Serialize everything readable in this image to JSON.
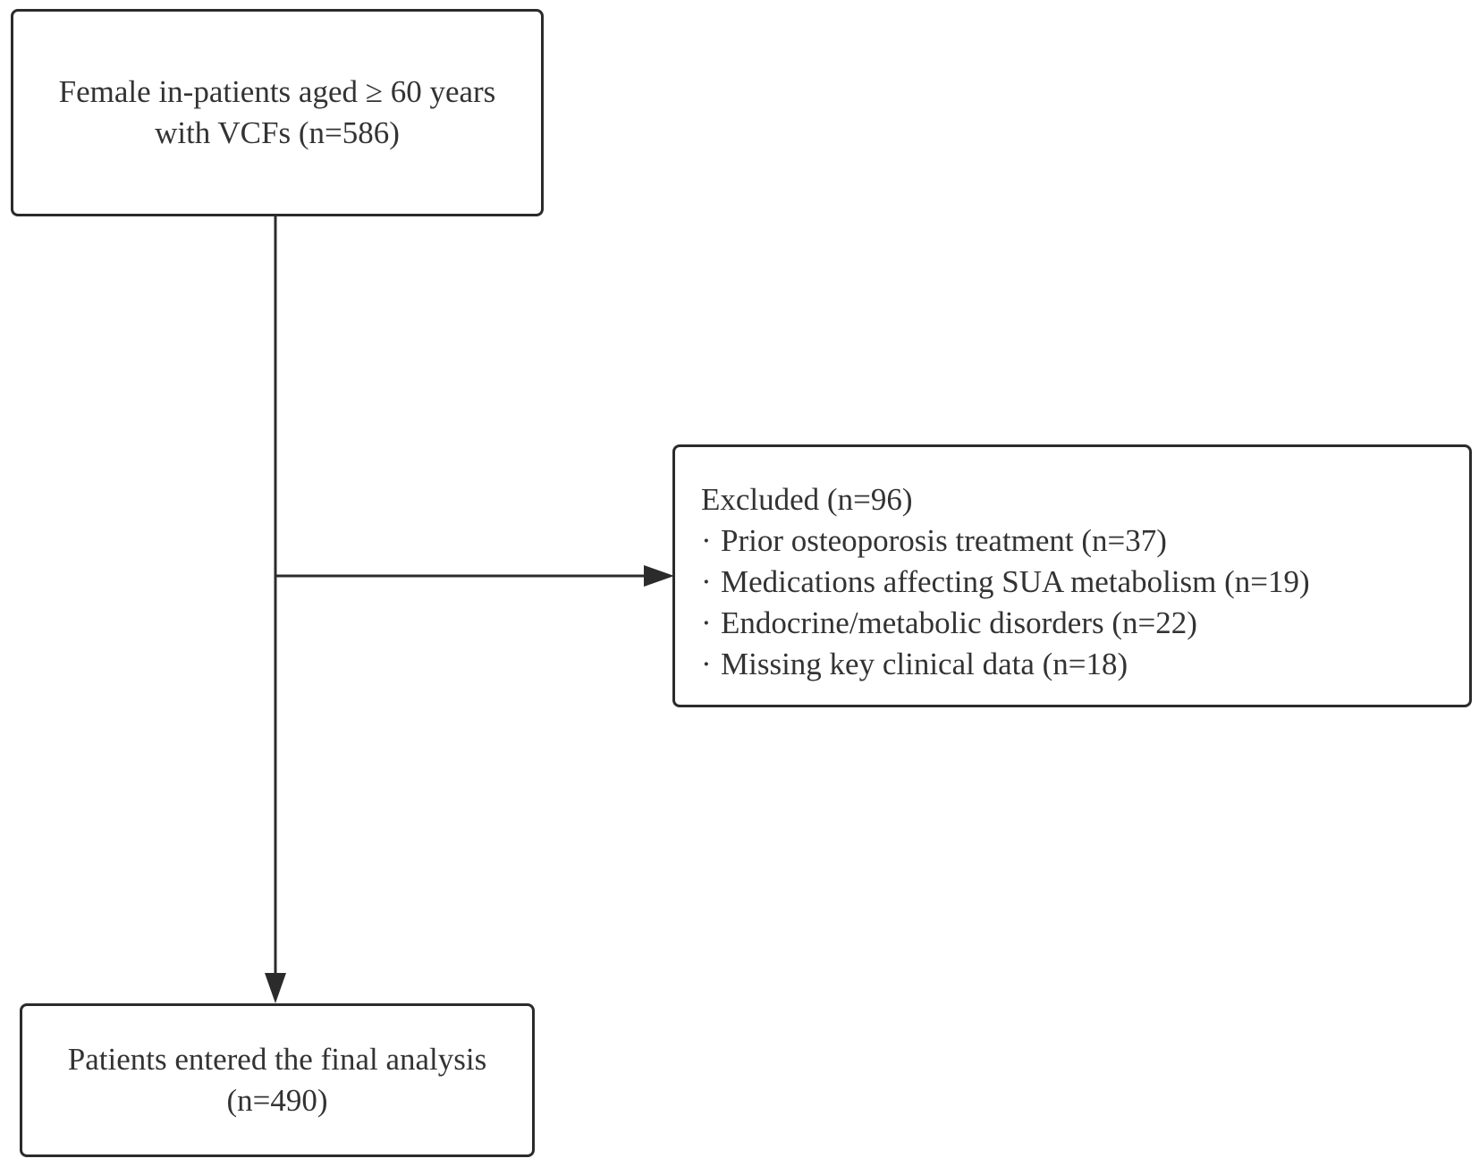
{
  "flowchart": {
    "start": {
      "line1": "Female in-patients aged ≥ 60 years",
      "line2": "with VCFs (n=586)"
    },
    "excluded": {
      "title": "Excluded (n=96)",
      "bullet": "·",
      "items": [
        "Prior osteoporosis treatment (n=37)",
        "Medications affecting SUA metabolism (n=19)",
        "Endocrine/metabolic disorders (n=22)",
        "Missing key clinical data (n=18)"
      ]
    },
    "final": {
      "line1": "Patients entered the final analysis",
      "line2": "(n=490)"
    },
    "colors": {
      "stroke": "#2b2b2b",
      "text": "#333333",
      "background": "#ffffff"
    }
  }
}
